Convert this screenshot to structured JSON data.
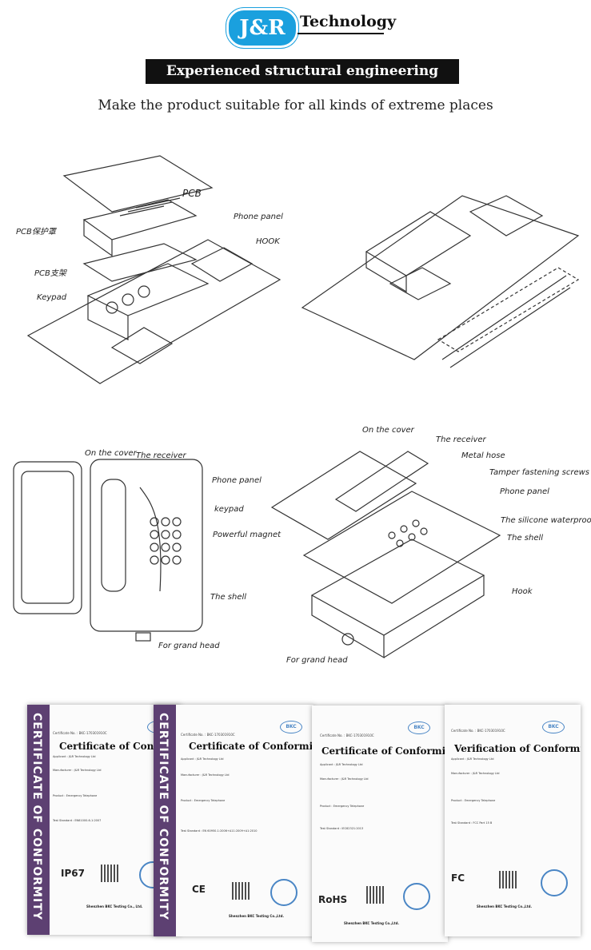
{
  "header": {
    "logo_text": "J&R",
    "brand": "Technology"
  },
  "banner": {
    "title": "Experienced structural engineering team"
  },
  "subtitle": "Make the product suitable for all kinds of extreme places",
  "exploded_labels": {
    "pcb": "PCB",
    "pcb_protect": "PCB保护罩",
    "phone_panel": "Phone panel",
    "hook": "HOOK",
    "pcb_support": "PCB支架",
    "keypad": "Keypad"
  },
  "front_labels": {
    "on_cover": "On the cover",
    "receiver": "The receiver",
    "phone_panel": "Phone panel",
    "keypad": "keypad",
    "magnet": "Powerful magnet",
    "shell": "The shell",
    "gland": "For grand head"
  },
  "iso_labels": {
    "on_cover": "On the cover",
    "receiver": "The receiver",
    "metal_hose": "Metal hose",
    "screws": "Tamper fastening screws",
    "phone_panel": "Phone panel",
    "silicone": "The silicone waterproof circle",
    "shell": "The shell",
    "hook": "Hook",
    "gland": "For grand head"
  },
  "certificates": [
    {
      "strip": "CERTIFICATE OF CONFORMITY",
      "title": "Certificate of Conformity",
      "number": "Certificate No. : BKC-170301910C",
      "rows": [
        "Applicant : J&R Technology Ltd",
        "Manufacturer : J&R Technology Ltd",
        "Product : Emergency Telephone",
        "Test Standard : EN61000-6-1:2007"
      ],
      "mark": "IP67",
      "footer": "Shenzhen BKC Testing Co., Ltd."
    },
    {
      "strip": "CERTIFICATE OF CONFORMITY",
      "title": "Certificate of Conformity",
      "number": "Certificate No. : BKC-170301910C",
      "rows": [
        "Applicant : J&R Technology Ltd",
        "Manufacturer : J&R Technology Ltd",
        "Product : Emergency Telephone",
        "Test Standard : EN 60950-1:2006+A11:2009+A1:2010"
      ],
      "mark": "CE",
      "footer": "Shenzhen BKC Testing Co.,Ltd."
    },
    {
      "title": "Certificate of Conformity",
      "number": "Certificate No. : BKC-170301910C",
      "rows": [
        "Applicant : J&R Technology Ltd",
        "Manufacturer : J&R Technology Ltd",
        "Product : Emergency Telephone",
        "Test Standard : IEC62321:2013"
      ],
      "mark": "RoHS",
      "footer": "Shenzhen BKC Testing Co.,Ltd."
    },
    {
      "title": "Verification of Conformity",
      "number": "Certificate No. : BKC-170301910C",
      "rows": [
        "Applicant : J&R Technology Ltd",
        "Manufacturer : J&R Technology Ltd",
        "Product : Emergency Telephone",
        "Test Standard : FCC Part 15 B"
      ],
      "mark": "FC",
      "footer": "Shenzhen BKC Testing Co.,Ltd."
    }
  ]
}
